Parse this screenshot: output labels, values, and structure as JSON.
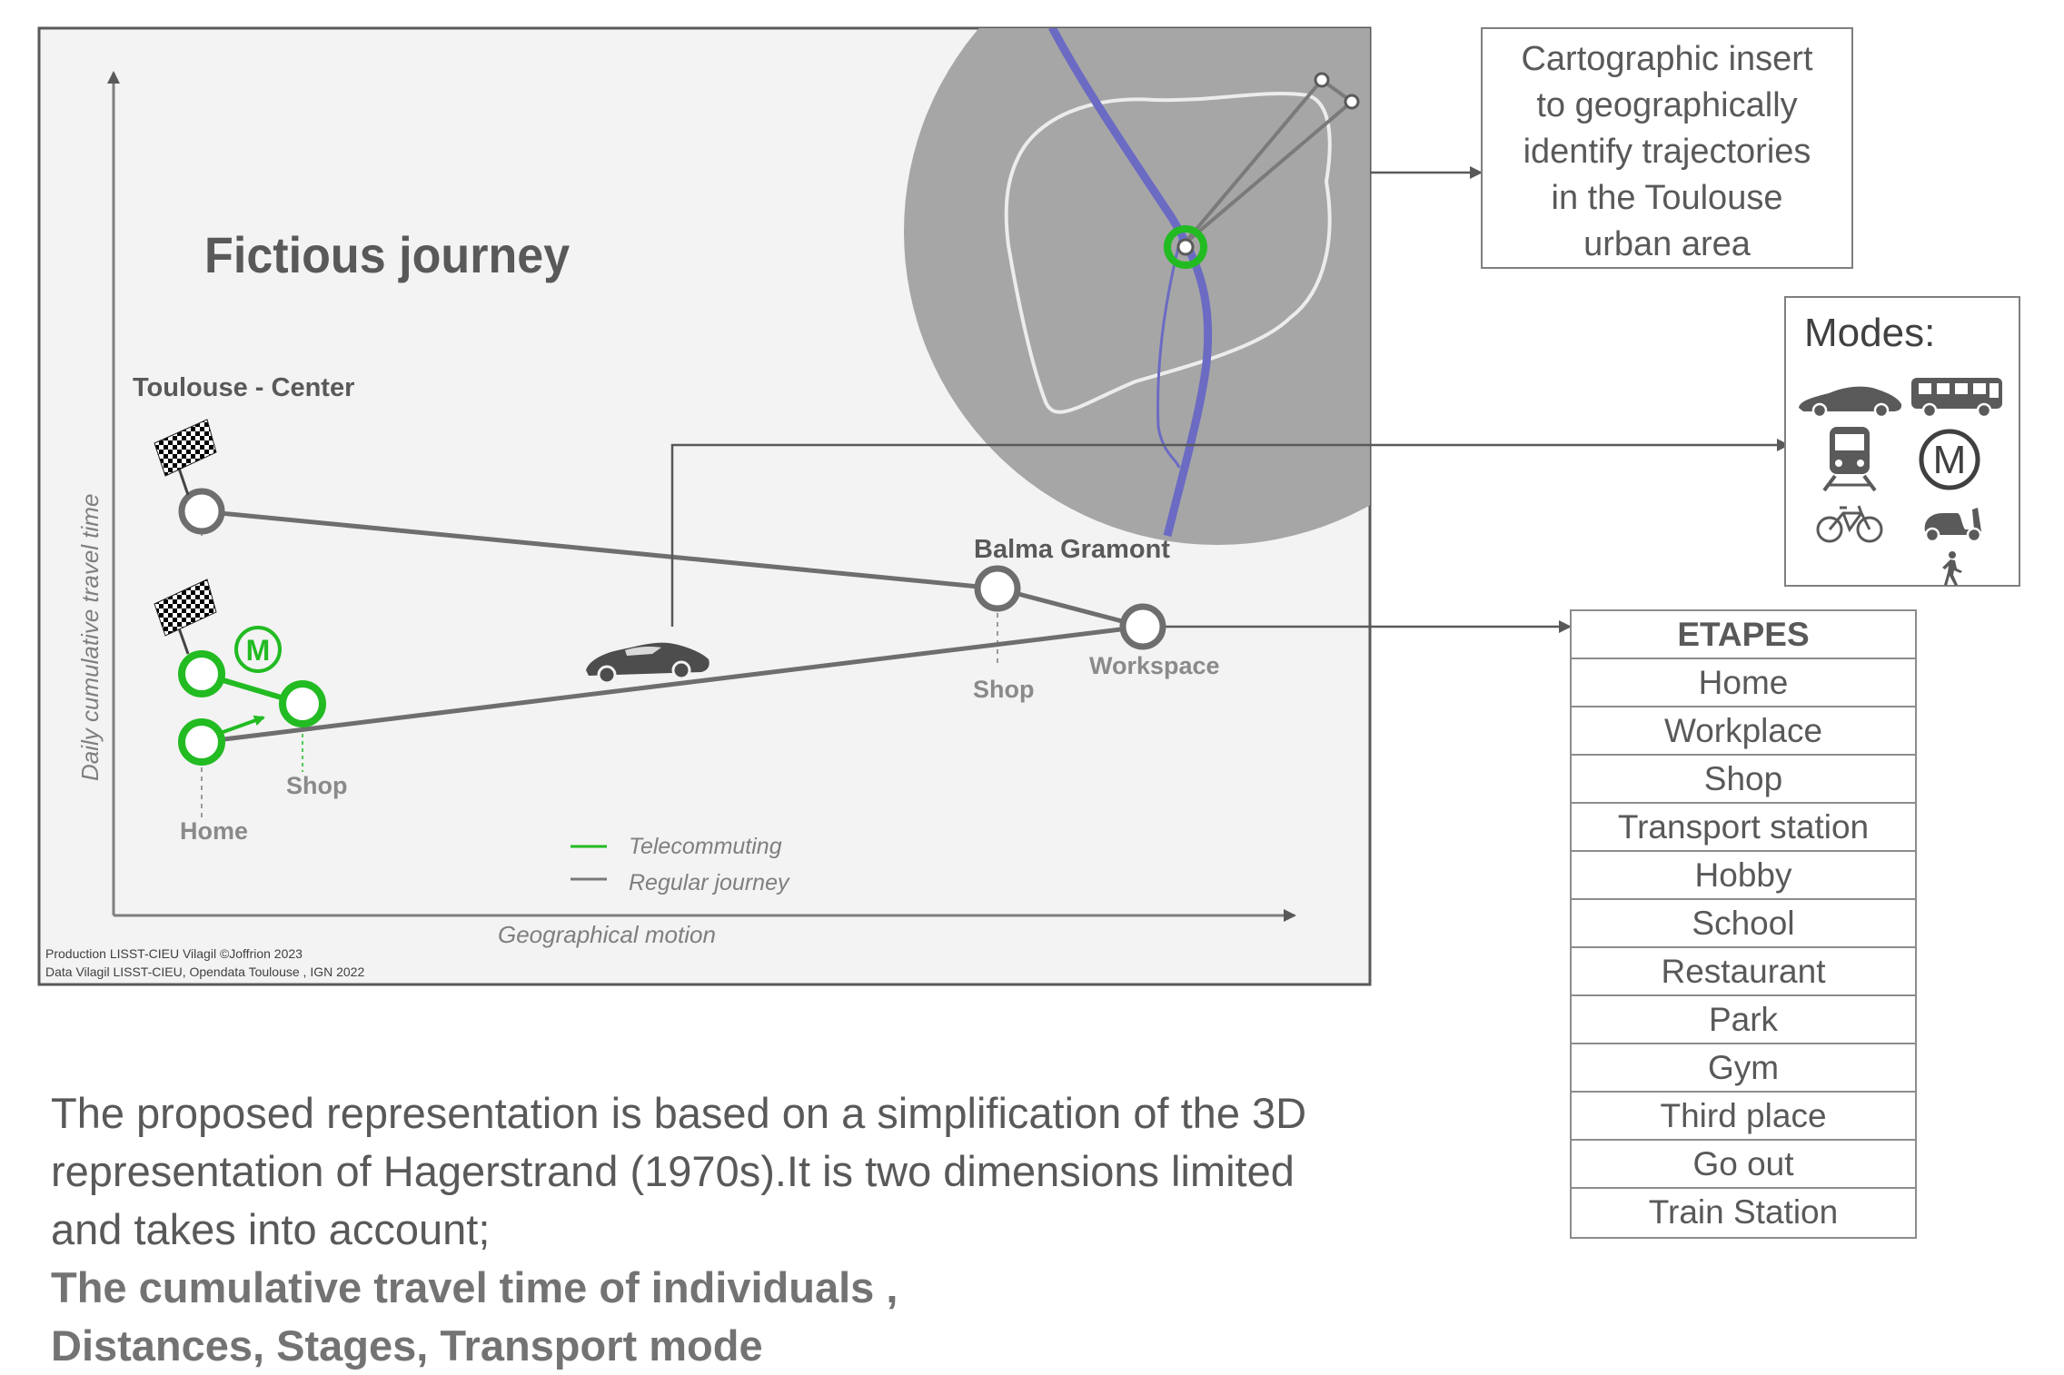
{
  "figure": {
    "title": "Fictious journey",
    "y_axis_label": "Daily cumulative travel time",
    "x_axis_label": "Geographical motion",
    "credits_line1": "Production LISST-CIEU Vilagil ©Joffrion 2023",
    "credits_line2": "Data Vilagil LISST-CIEU, Opendata Toulouse , IGN 2022",
    "places": {
      "toulouse_center": "Toulouse - Center",
      "balma_gramont": "Balma Gramont",
      "shop_right": "Shop",
      "workspace": "Workspace",
      "shop_left": "Shop",
      "home": "Home"
    },
    "metro_symbol": "M",
    "legend": [
      {
        "label": "Telecommuting",
        "color": "#22bb22"
      },
      {
        "label": "Regular journey",
        "color": "#707070"
      }
    ],
    "colors": {
      "telecommuting": "#22bb22",
      "regular": "#6e6e6e",
      "metro_line": "#6b6bc4",
      "map_bg": "#a6a6a6",
      "panel_bg": "#f3f3f3"
    }
  },
  "insert_note": {
    "lines": [
      "Cartographic insert",
      "to geographically",
      "identify trajectories",
      "in the Toulouse",
      "urban area"
    ]
  },
  "modes": {
    "title": "Modes:",
    "icons": [
      "car-icon",
      "bus-icon",
      "train-icon",
      "metro-icon",
      "bicycle-icon",
      "scooter-icon",
      "pedestrian-icon"
    ],
    "metro_symbol": "M"
  },
  "etapes": {
    "header": "ETAPES",
    "items": [
      "Home",
      "Workplace",
      "Shop",
      "Transport station",
      "Hobby",
      "School",
      "Restaurant",
      "Park",
      "Gym",
      "Third place",
      "Go out",
      "Train Station"
    ]
  },
  "caption": {
    "line1": "The proposed representation is based on a simplification of the 3D",
    "line2": "representation of Hagerstrand (1970s).It is two dimensions limited",
    "line3": "and takes into account;",
    "line4": "The cumulative travel time of individuals ,",
    "line5": "Distances, Stages, Transport mode"
  }
}
